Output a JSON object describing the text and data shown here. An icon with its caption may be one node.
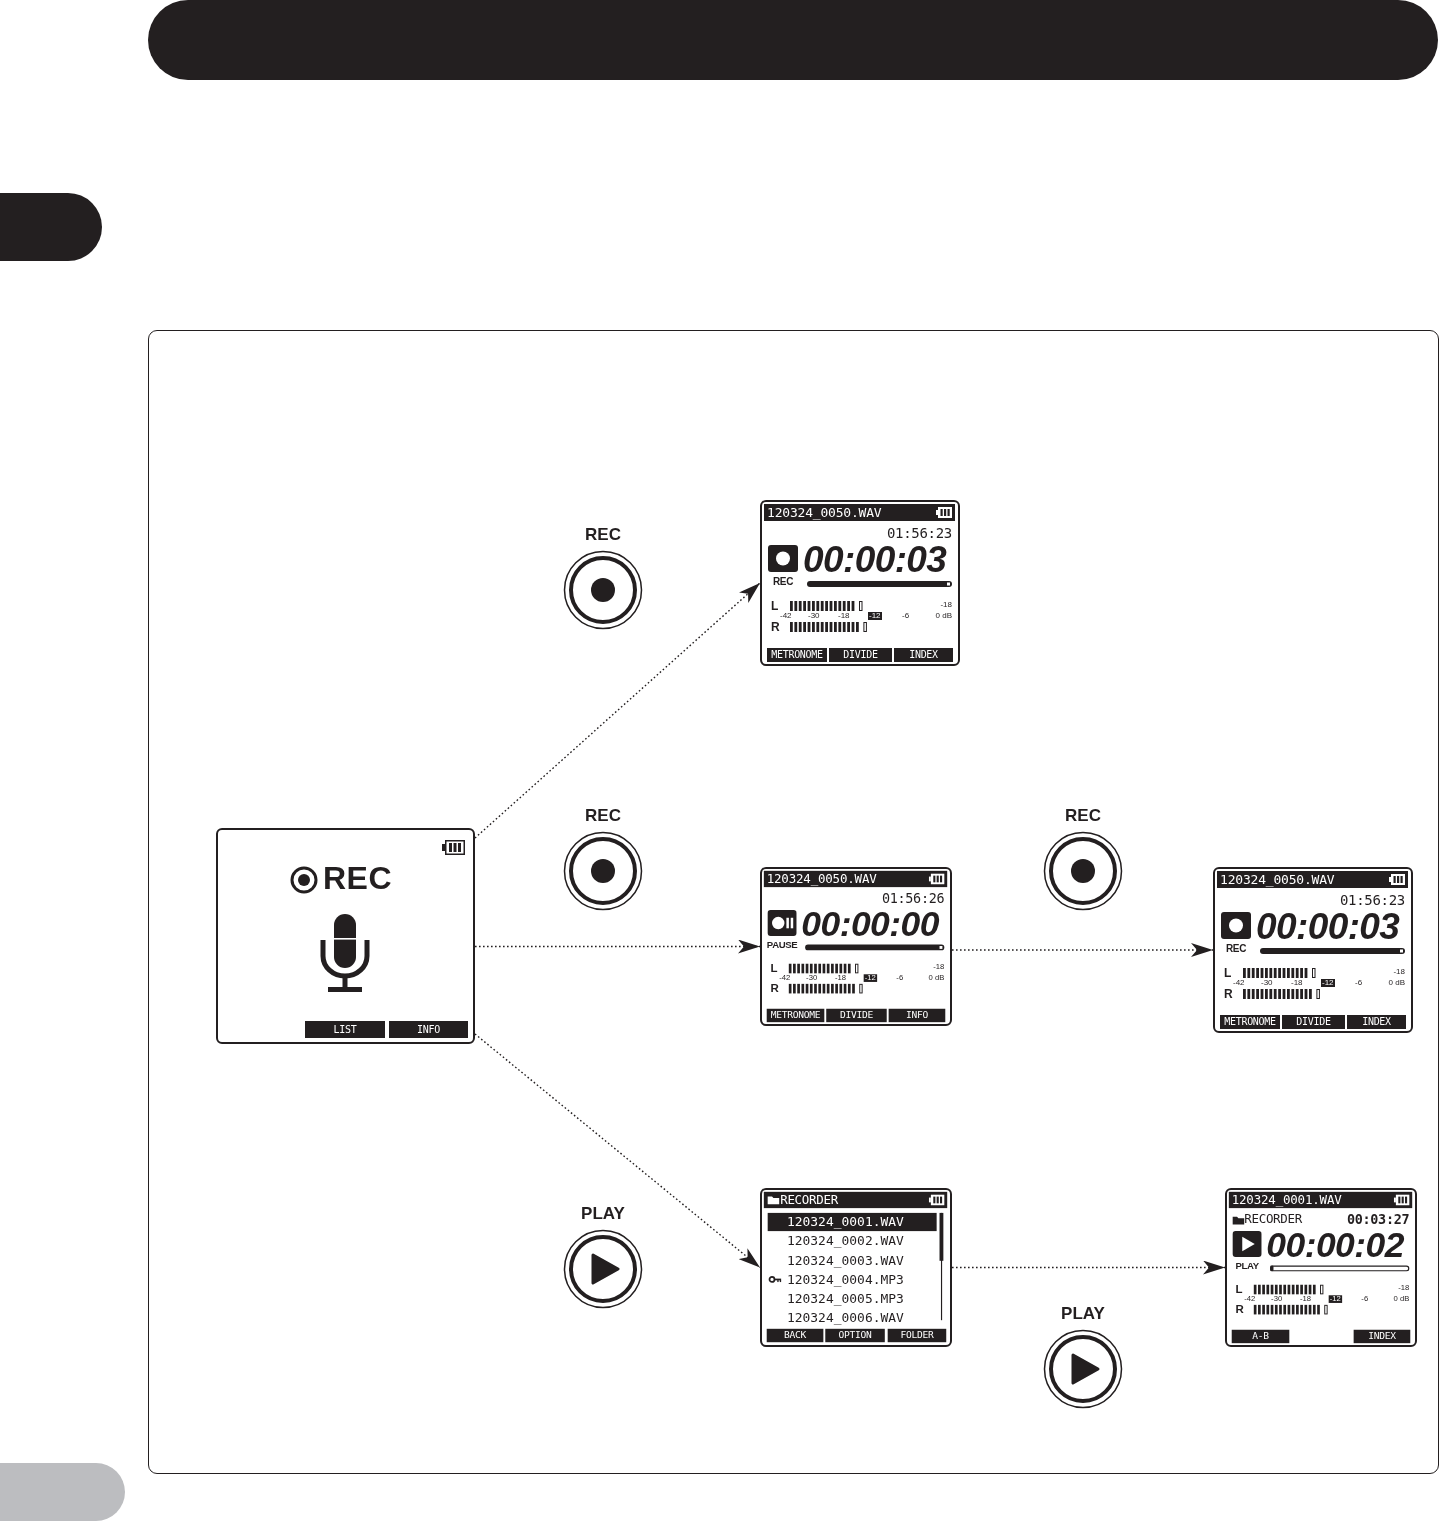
{
  "diagram": {
    "nodes": [
      {
        "text": [
          "REC",
          "LIST",
          "INFO"
        ]
      },
      {
        "text": [
          "REC"
        ]
      },
      {
        "text": [
          "120324_0050.WAV",
          "01:56:23",
          "00:00:03",
          "REC",
          "L",
          "-18",
          "-42",
          "-30",
          "-18",
          "-12",
          "-6",
          "0 dB",
          "R",
          "METRONOME",
          "DIVIDE",
          "INDEX"
        ]
      },
      {
        "text": [
          "REC"
        ]
      },
      {
        "text": [
          "120324_0050.WAV",
          "01:56:26",
          "00:00:00",
          "PAUSE",
          "L",
          "-18",
          "-42",
          "-30",
          "-18",
          "-12",
          "-6",
          "0 dB",
          "R",
          "METRONOME",
          "DIVIDE",
          "INFO"
        ]
      },
      {
        "text": [
          "REC"
        ]
      },
      {
        "text": [
          "120324_0050.WAV",
          "01:56:23",
          "00:00:03",
          "REC",
          "L",
          "-18",
          "-42",
          "-30",
          "-18",
          "-12",
          "-6",
          "0 dB",
          "R",
          "METRONOME",
          "DIVIDE",
          "INDEX"
        ]
      },
      {
        "text": [
          "PLAY"
        ]
      },
      {
        "text": [
          "RECORDER",
          "120324_0001.WAV",
          "120324_0002.WAV",
          "120324_0003.WAV",
          "120324_0004.MP3",
          "120324_0005.MP3",
          "120324_0006.WAV",
          "BACK",
          "OPTION",
          "FOLDER"
        ]
      },
      {
        "text": [
          "120324_0001.WAV",
          "RECORDER",
          "00:03:27",
          "00:00:02",
          "PLAY",
          "L",
          "-18",
          "-42",
          "-30",
          "-18",
          "-12",
          "-6",
          "0 dB",
          "R",
          "A-B",
          "INDEX"
        ]
      },
      {
        "text": [
          "PLAY"
        ]
      },
      {
        "text": [],
        "shape": "box"
      },
      {
        "text": [],
        "shape": "box"
      }
    ],
    "edges": [
      {
        "from": 0,
        "to": 2,
        "arrow": "to",
        "style": "dashed"
      },
      {
        "from": 0,
        "to": 4,
        "arrow": "to",
        "style": "dashed"
      },
      {
        "from": 4,
        "to": 6,
        "arrow": "to",
        "style": "dashed"
      },
      {
        "from": 0,
        "to": 8,
        "arrow": "to",
        "style": "dashed"
      },
      {
        "from": 8,
        "to": 9,
        "arrow": "to",
        "style": "dashed"
      }
    ]
  }
}
